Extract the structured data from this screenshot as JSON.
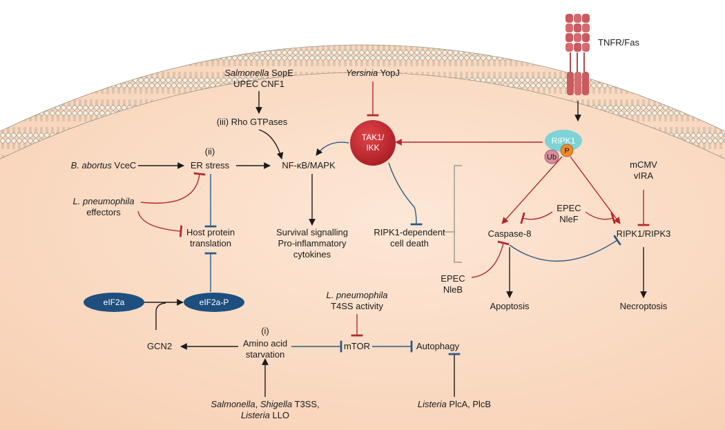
{
  "labels": {
    "tnfr": "TNFR/Fas",
    "salmonella_sope_italic": "Salmonella",
    "salmonella_sope_rest": " SopE",
    "upec_cnf1": "UPEC CNF1",
    "rho": "(iii) Rho GTPases",
    "yersinia_italic": "Yersinia",
    "yersinia_rest": " YopJ",
    "tak1_l1": "TAK1/",
    "tak1_l2": "IKK",
    "ripk1_node": "RIPK1",
    "ub": "Ub",
    "p": "P",
    "b_abortus_italic": "B. abortus",
    "b_abortus_rest": " VceC",
    "ii": "(ii)",
    "er_stress": "ER stress",
    "nfkb": "NF-κB/MAPK",
    "l_pneumo_effectors_l1": "L. pneumophila",
    "l_pneumo_effectors_l2": "effectors",
    "host_l1": "Host protein",
    "host_l2": "translation",
    "survival_l1": "Survival signalling",
    "survival_l2": "Pro-inflammatory",
    "survival_l3": "cytokines",
    "ripk1_death_l1": "RIPK1-dependent",
    "ripk1_death_l2": "cell death",
    "mcmv_l1": "mCMV",
    "mcmv_l2": "vIRA",
    "epec_nlef_l1": "EPEC",
    "epec_nlef_l2": "NleF",
    "caspase8": "Caspase-8",
    "ripk1_ripk3": "RIPK1/RIPK3",
    "epec_nleb_l1": "EPEC",
    "epec_nleb_l2": "NleB",
    "apoptosis": "Apoptosis",
    "necroptosis": "Necroptosis",
    "eif2a": "eIF2a",
    "eif2a_p": "eIF2a-P",
    "l_pneumo_t4ss_l1": "L. pneumophila",
    "l_pneumo_t4ss_l2": "T4SS activity",
    "i": "(i)",
    "amino_l1": "Amino acid",
    "amino_l2": "starvation",
    "gcn2": "GCN2",
    "mtor": "mTOR",
    "autophagy": "Autophagy",
    "salm_shig_a_italic": "Salmonella",
    "salm_shig_b": ", ",
    "salm_shig_c_italic": "Shigella",
    "salm_shig_d": " T3SS,",
    "listeria_llo_italic": "Listeria",
    "listeria_llo_rest": " LLO",
    "listeria_plc_italic": "Listeria",
    "listeria_plc_rest": " PlcA, PlcB"
  },
  "colors": {
    "cytoplasm": "#fbe2cf",
    "membrane_head": "#f5efe2",
    "activation_arrow": "#1a1a1a",
    "red_inhibition": "#b5272d",
    "blue_inhibition": "#2b5a82",
    "tak1_node": "#c4282d",
    "ripk1_node": "#7dd3d6",
    "ub_node": "#d98c9c",
    "p_node": "#f08a2a",
    "eif2a_node": "#1e4f7e",
    "receptor": "#c95a5f"
  }
}
